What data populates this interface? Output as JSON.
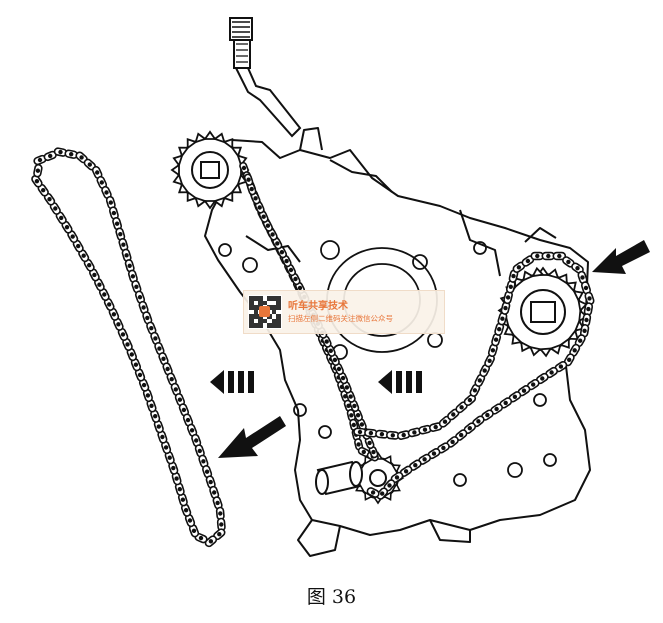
{
  "figure": {
    "caption": "图 36"
  },
  "watermark": {
    "title": "听车共享技术",
    "subtitle": "扫描左侧二维码关注微信公众号"
  },
  "colors": {
    "line": "#111111",
    "watermark_accent": "#e8763a",
    "watermark_bg": "#faf2e8"
  }
}
